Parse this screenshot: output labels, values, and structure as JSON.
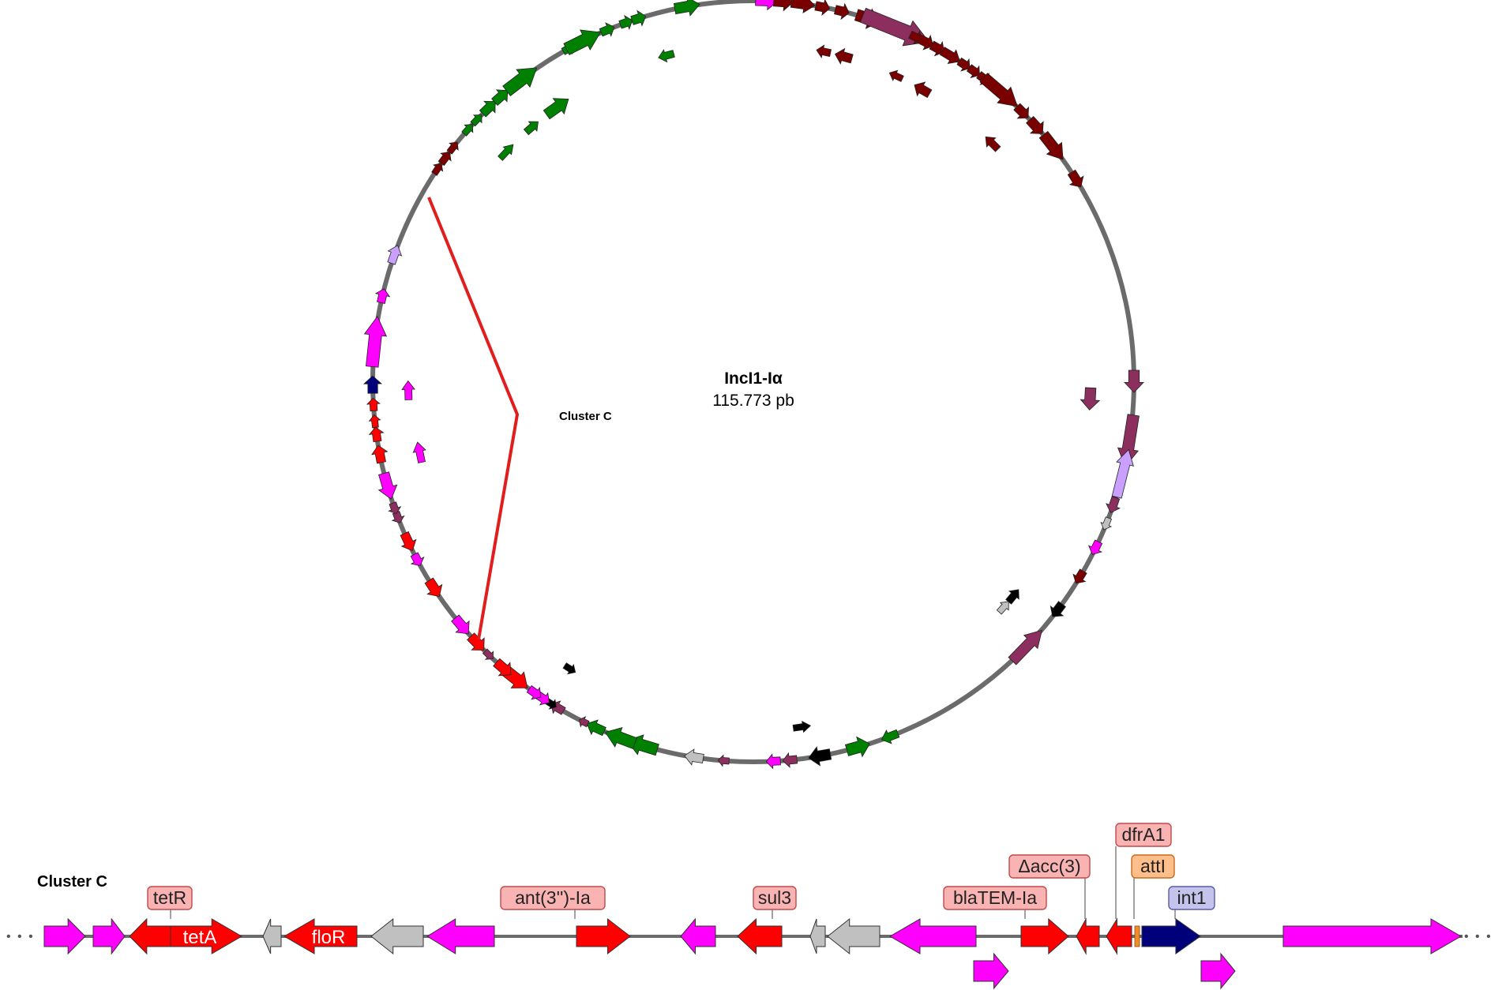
{
  "plasmid": {
    "name": "IncI1-Iα",
    "size": "115.773 pb",
    "cluster_callout": "Cluster C"
  },
  "linear_map": {
    "title": "Cluster C",
    "left_ellipsis": "• • •",
    "right_ellipsis": "• • •",
    "inline_labels": [
      "tetA",
      "floR"
    ],
    "gene_labels": [
      {
        "text": "tetR",
        "category": "resistance"
      },
      {
        "text": "ant(3'')-Ia",
        "category": "resistance"
      },
      {
        "text": "sul3",
        "category": "resistance"
      },
      {
        "text": "blaTEM-Ia",
        "category": "resistance"
      },
      {
        "text": "Δacc(3)",
        "category": "resistance"
      },
      {
        "text": "dfrA1",
        "category": "resistance"
      },
      {
        "text": "attI",
        "category": "site"
      },
      {
        "text": "int1",
        "category": "integrase"
      }
    ]
  },
  "colors": {
    "backbone": "#6b6b6b",
    "transfer": "#7a0000",
    "replication": "#008000",
    "mobile": "#ff00ff",
    "resistance": "#ff0000",
    "stability": "#8c2f5f",
    "hypothetical": "#c0c0c0",
    "other": "#000000",
    "lavender": "#c9a0ff",
    "integrase": "#00007a",
    "callout": "#e11d1d",
    "label_resistance_fill": "#f9b3b3",
    "label_site_fill": "#ffbe8a",
    "label_integrase_fill": "#c3c3ec"
  }
}
